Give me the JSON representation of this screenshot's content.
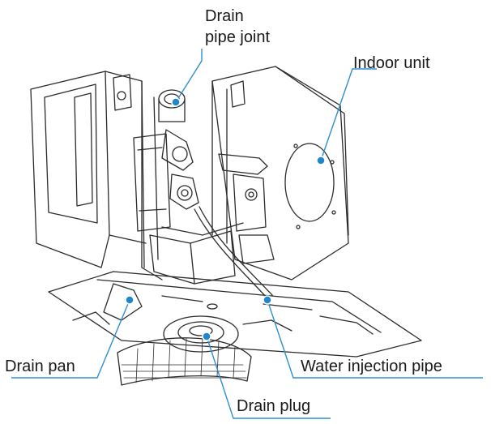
{
  "colors": {
    "line_art": "#2b2b2b",
    "callout": "#2f8fd0",
    "callout_dot": "#1f86cc",
    "label_text": "#1a1a1a"
  },
  "labels": {
    "drain_pipe_joint": {
      "line1": "Drain",
      "line2": "pipe joint"
    },
    "indoor_unit": "Indoor unit",
    "drain_pan": "Drain pan",
    "water_injection_pipe": "Water injection pipe",
    "drain_plug": "Drain plug"
  }
}
